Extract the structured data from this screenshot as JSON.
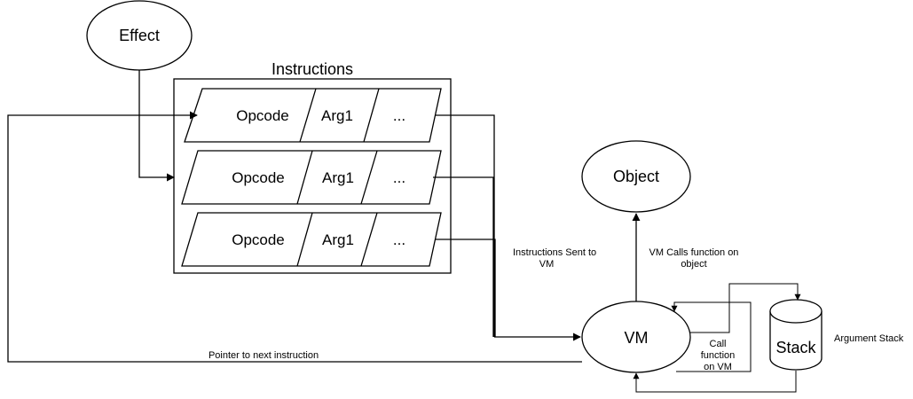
{
  "nodes": {
    "effect": "Effect",
    "instructions_title": "Instructions",
    "object": "Object",
    "vm": "VM",
    "stack": "Stack"
  },
  "rows": [
    {
      "opcode": "Opcode",
      "arg1": "Arg1",
      "more": "..."
    },
    {
      "opcode": "Opcode",
      "arg1": "Arg1",
      "more": "..."
    },
    {
      "opcode": "Opcode",
      "arg1": "Arg1",
      "more": "..."
    }
  ],
  "labels": {
    "instructions_sent_1": "Instructions Sent to",
    "instructions_sent_2": "VM",
    "vm_calls_1": "VM Calls function on",
    "vm_calls_2": "object",
    "call_fn_1": "Call",
    "call_fn_2": "function",
    "call_fn_3": "on VM",
    "argument_stack": "Argument Stack",
    "pointer_next": "Pointer to next instruction"
  }
}
